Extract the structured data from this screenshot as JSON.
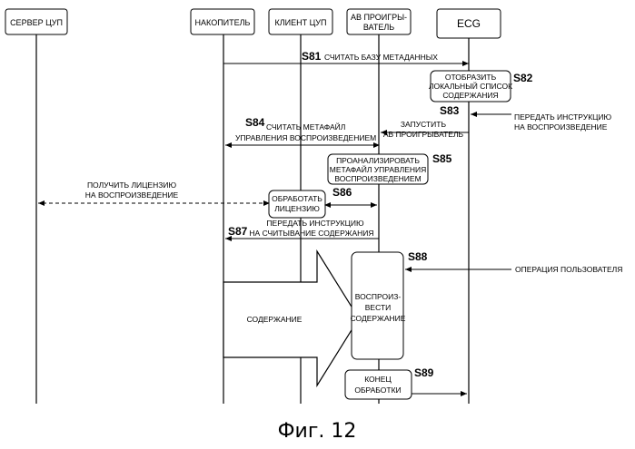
{
  "lanes": {
    "server": "СЕРВЕР ЦУП",
    "storage": "НАКОПИТЕЛЬ",
    "client": "КЛИЕНТ ЦУП",
    "player": [
      "АВ ПРОИГРЫ-",
      "ВАТЕЛЬ"
    ],
    "ecg": "ECG"
  },
  "steps": {
    "s81": "S81",
    "s82": "S82",
    "s83": "S83",
    "s84": "S84",
    "s85": "S85",
    "s86": "S86",
    "s87": "S87",
    "s88": "S88",
    "s89": "S89"
  },
  "messages": {
    "read_metadata_db": "СЧИТАТЬ БАЗУ МЕТАДАННЫХ",
    "show_local_list": [
      "ОТОБРАЗИТЬ",
      "ЛОКАЛЬНЫЙ СПИСОК",
      "СОДЕРЖАНИЯ"
    ],
    "play_instruction": [
      "ПЕРЕДАТЬ ИНСТРУКЦИЮ",
      "НА ВОСПРОИЗВЕДЕНИЕ"
    ],
    "start_player": [
      "ЗАПУСТИТЬ",
      "АВ ПРОИГРЫВАТЕЛЬ"
    ],
    "read_metafile": [
      "СЧИТАТЬ МЕТАФАЙЛ",
      "УПРАВЛЕНИЯ ВОСПРОИЗВЕДЕНИЕМ"
    ],
    "analyze_metafile": [
      "ПРОАНАЛИЗИРОВАТЬ",
      "МЕТАФАЙЛ УПРАВЛЕНИЯ",
      "ВОСПРОИЗВЕДЕНИЕМ"
    ],
    "get_license": [
      "ПОЛУЧИТЬ ЛИЦЕНЗИЮ",
      "НА ВОСПРОИЗВЕДЕНИЕ"
    ],
    "process_license": [
      "ОБРАБОТАТЬ",
      "ЛИЦЕНЗИЮ"
    ],
    "read_content_instruction": [
      "ПЕРЕДАТЬ ИНСТРУКЦИЮ",
      "НА СЧИТЫВАНИЕ СОДЕРЖАНИЯ"
    ],
    "user_operation": "ОПЕРАЦИЯ ПОЛЬЗОВАТЕЛЯ",
    "content": "СОДЕРЖАНИЕ",
    "play_content": [
      "ВОСПРОИЗ-",
      "ВЕСТИ",
      "СОДЕРЖАНИЕ"
    ],
    "end_processing": [
      "КОНЕЦ",
      "ОБРАБОТКИ"
    ]
  },
  "caption": "Фиг. 12"
}
